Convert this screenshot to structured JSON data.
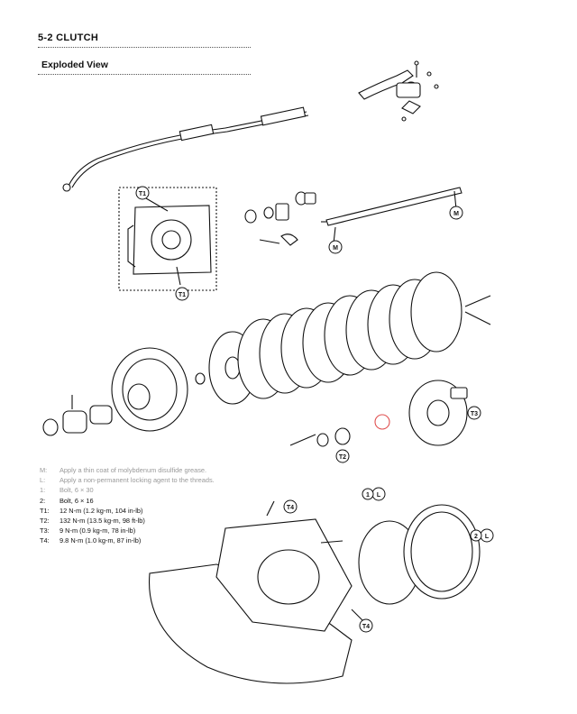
{
  "header": {
    "section": "5-2 CLUTCH",
    "subtitle": "Exploded View"
  },
  "legend": [
    {
      "key": "M:",
      "text": "Apply a thin coat of molybdenum disulfide grease.",
      "faded": true
    },
    {
      "key": "L:",
      "text": "Apply a non-permanent locking agent to the threads.",
      "faded": true
    },
    {
      "key": "1:",
      "text": "Bolt, 6 × 30",
      "faded": true
    },
    {
      "key": "2:",
      "text": "Bolt, 6 × 16",
      "faded": false
    },
    {
      "key": "T1:",
      "text": "12 N-m (1.2 kg-m, 104 in-lb)",
      "faded": false
    },
    {
      "key": "T2:",
      "text": "132 N-m (13.5 kg-m, 98 ft-lb)",
      "faded": false
    },
    {
      "key": "T3:",
      "text": "9 N-m (0.9 kg-m, 78 in-lb)",
      "faded": false
    },
    {
      "key": "T4:",
      "text": "9.8 N-m (1.0 kg-m, 87 in-lb)",
      "faded": false
    }
  ],
  "callouts": {
    "t1_top": "T1",
    "t1_bottom": "T1",
    "t2": "T2",
    "t3": "T3",
    "t4_upper": "T4",
    "t4_lower": "T4",
    "m_rod": "M",
    "m_pushrod": "M",
    "l_cover": "L",
    "l_side": "L",
    "ref_2": "2",
    "ref_1": "1"
  },
  "colors": {
    "ink": "#111111",
    "faded_text": "#9a9a9a",
    "highlight": "#e05050"
  }
}
